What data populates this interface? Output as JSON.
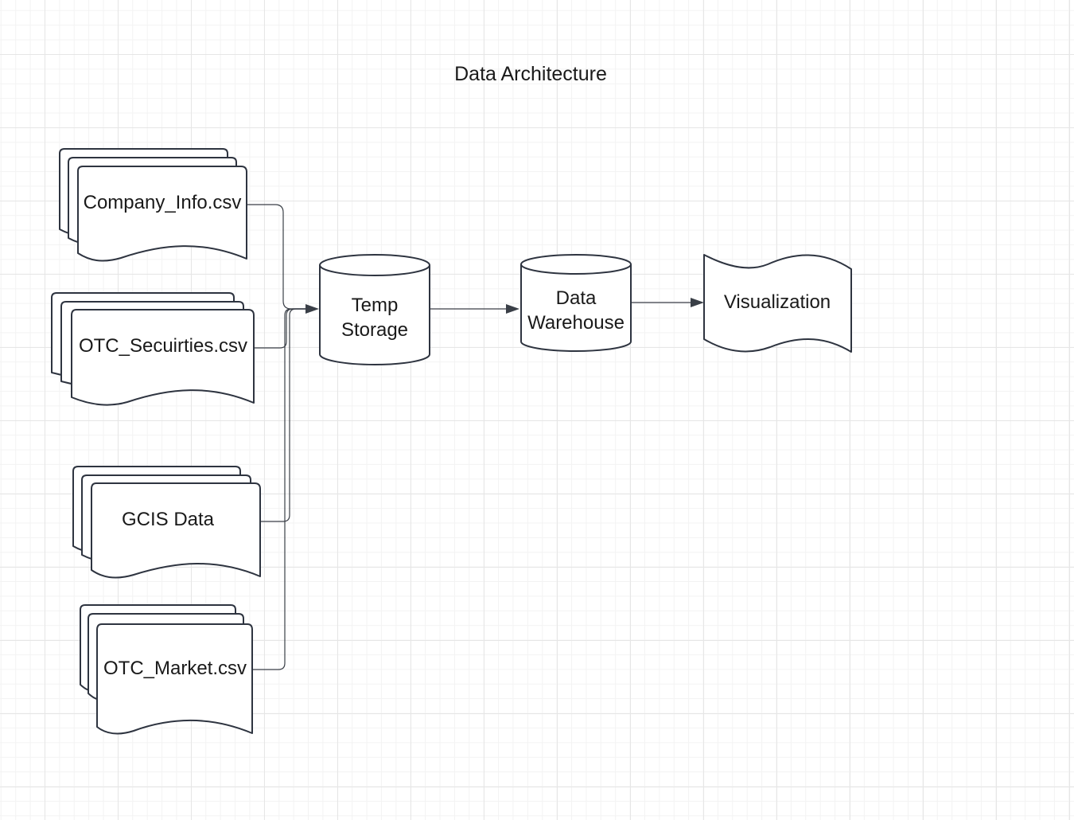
{
  "diagram": {
    "title": "Data Architecture",
    "sources": [
      {
        "label": "Company_Info.csv"
      },
      {
        "label": "OTC_Secuirties.csv"
      },
      {
        "label": "GCIS Data"
      },
      {
        "label": "OTC_Market.csv"
      }
    ],
    "temp_storage": {
      "line1": "Temp",
      "line2": "Storage"
    },
    "data_warehouse": {
      "line1": "Data",
      "line2": "Warehouse"
    },
    "visualization": {
      "label": "Visualization"
    }
  },
  "colors": {
    "stroke": "#2e3440",
    "connector": "#3a3f47",
    "grid": "#e6e6e6",
    "background": "#ffffff"
  }
}
